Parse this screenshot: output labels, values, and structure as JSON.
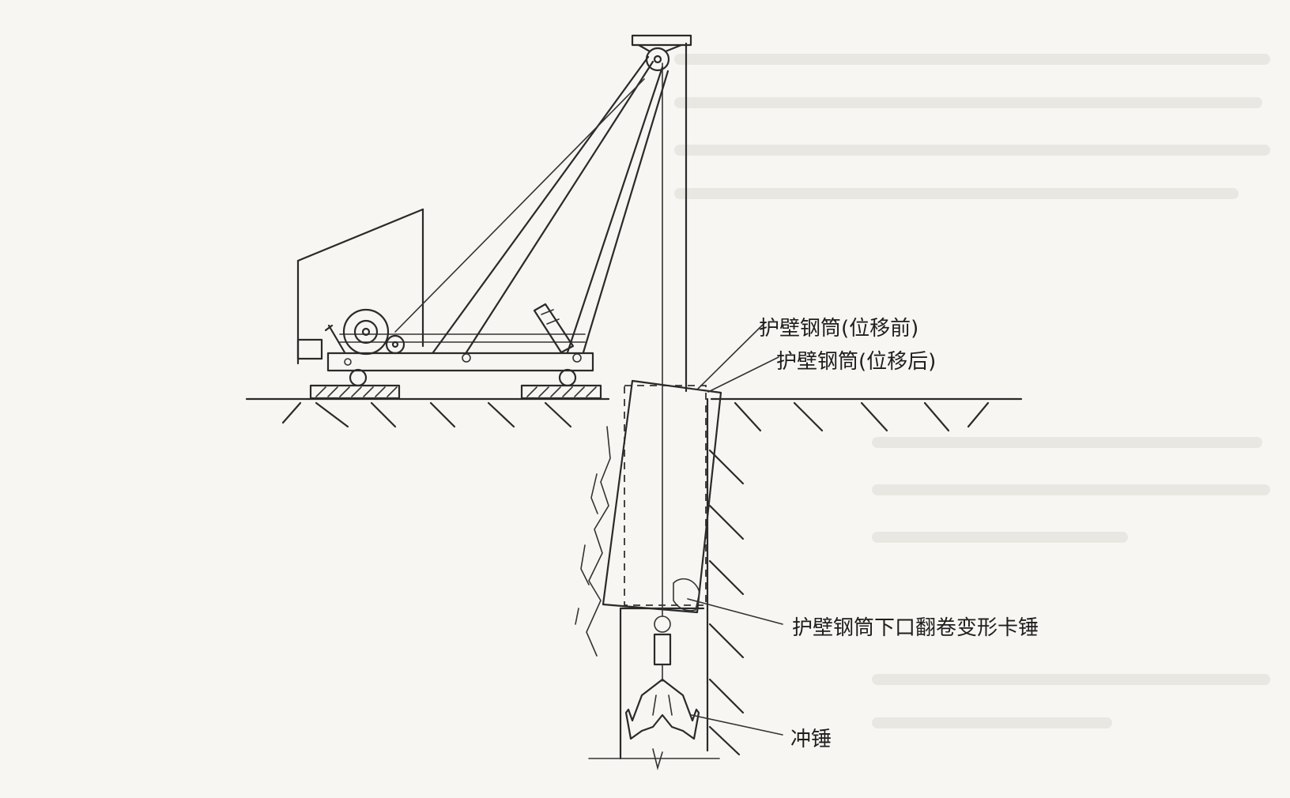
{
  "labels": {
    "casing_before": "护壁钢筒(位移前)",
    "casing_after": "护壁钢筒(位移后)",
    "casing_deformation": "护壁钢筒下口翻卷变形卡锤",
    "hammer": "冲锤"
  }
}
